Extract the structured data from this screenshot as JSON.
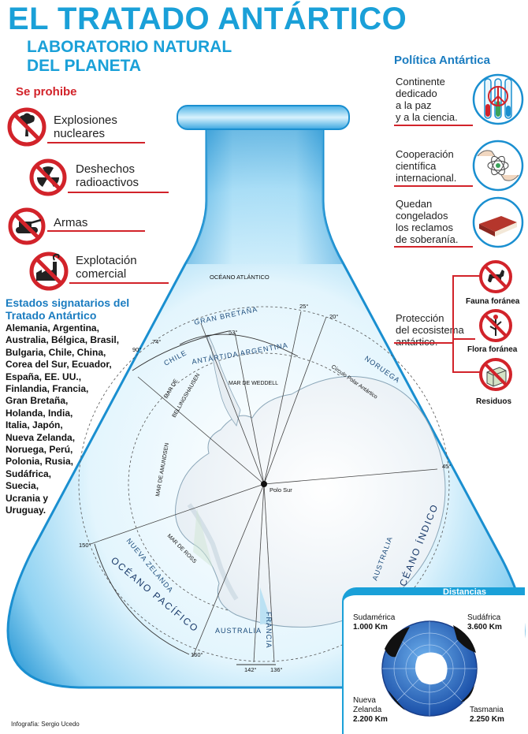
{
  "header": {
    "title": "EL TRATADO ANTÁRTICO",
    "subtitle_line1": "LABORATORIO NATURAL",
    "subtitle_line2": "DEL PLANETA"
  },
  "prohibits": {
    "title": "Se prohibe",
    "items": [
      {
        "line1": "Explosiones",
        "line2": "nucleares",
        "icon": "nuclear-explosion-prohibited-icon"
      },
      {
        "line1": "Deshechos",
        "line2": "radioactivos",
        "icon": "radioactive-prohibited-icon"
      },
      {
        "line1": "Armas",
        "line2": "",
        "icon": "tank-prohibited-icon"
      },
      {
        "line1": "Explotación",
        "line2": "comercial",
        "icon": "factory-prohibited-icon"
      }
    ]
  },
  "signatories": {
    "title_line1": "Estados signatarios del",
    "title_line2": "Tratado Antártico",
    "lines": [
      "Alemania, Argentina,",
      "Australia, Bélgica, Brasil,",
      "Bulgaria, Chile, China,",
      "Corea del Sur, Ecuador,",
      "España, EE. UU.,",
      "Finlandia, Francia,",
      "Gran Bretaña,",
      "Holanda, India,",
      "Italia, Japón,",
      "Nueva Zelanda,",
      "Noruega, Perú,",
      "Polonia, Rusia,",
      "Sudáfrica,",
      "Suecia,",
      "Ucrania y",
      "Uruguay."
    ]
  },
  "policy": {
    "title": "Política Antártica",
    "items": [
      {
        "lines": [
          "Continente",
          "dedicado",
          "a la paz",
          "y a la ciencia."
        ],
        "icon": "peace-test-tubes-icon"
      },
      {
        "lines": [
          "Cooperación",
          "científica",
          "internacional."
        ],
        "icon": "cooperation-hands-icon"
      },
      {
        "lines": [
          "Quedan",
          "congelados",
          "los reclamos",
          "de soberanía."
        ],
        "icon": "book-icon"
      }
    ],
    "protection": {
      "lines": [
        "Protección",
        "del ecosistema",
        "antártico."
      ],
      "labels": [
        "Fauna foránea",
        "Flora foránea",
        "Residuos"
      ]
    }
  },
  "map": {
    "oceano_atlantico": "OCÉANO ATLÁNTICO",
    "gran_bretana": "GRAN BRETAÑA",
    "chile": "CHILE",
    "antartida_argentina": "ANTÁRTIDA ARGENTINA",
    "noruega": "NORUEGA",
    "circulo_polar": "Círculo Polar Antártico",
    "mar_weddell": "MAR DE WEDDELL",
    "mar_bellingshausen_1": "MAR DE",
    "mar_bellingshausen_2": "BELLINGSHAUSEN",
    "mar_amundsen": "MAR DE AMUNDSEN",
    "mar_ross": "MAR DE ROSS",
    "polo_sur": "Polo Sur",
    "nueva_zelanda": "NUEVA ZELANDA",
    "oceano_pacifico": "OCÉANO PACÍFICO",
    "australia_curve": "AUSTRALIA",
    "australia": "AUSTRALIA",
    "francia": "FRANCIA",
    "oceano_indico": "OCÉANO ÍNDICO",
    "deg_25": "25°",
    "deg_20": "20°",
    "deg_74": "74°",
    "deg_53": "53°",
    "deg_90": "90°",
    "deg_45": "45°",
    "deg_150": "150°",
    "deg_160": "160°",
    "deg_142": "142°",
    "deg_136": "136°"
  },
  "distances": {
    "title": "Distancias",
    "sudamerica_name": "Sudamérica",
    "sudamerica_km": "1.000 Km",
    "sudafrica_name": "Sudáfrica",
    "sudafrica_km": "3.600 Km",
    "nz_name1": "Nueva",
    "nz_name2": "Zelanda",
    "nz_km": "2.200 Km",
    "tasmania_name": "Tasmania",
    "tasmania_km": "2.250 Km"
  },
  "credit": "Infografía: Sergio Ucedo",
  "colors": {
    "accent_blue": "#1aa0d8",
    "red": "#d2232a",
    "flask_light": "#d9f1fb",
    "flask_edge": "#1a8fd0"
  }
}
